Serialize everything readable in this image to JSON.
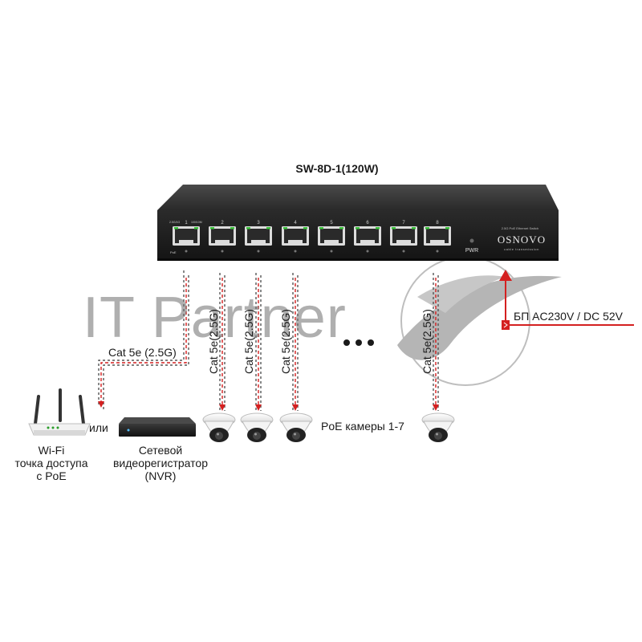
{
  "switch": {
    "model": "SW-8D-1(120W)",
    "brand": "OSNOVO",
    "brand_sub": "cable transmission",
    "panel_label": "2.5G PoE Ethernet Switch",
    "pwr_label": "PWR",
    "ports": [
      "1",
      "2",
      "3",
      "4",
      "5",
      "6",
      "7",
      "8"
    ],
    "port1_tags": [
      "2.5G/1G",
      "100/10M"
    ],
    "poe_tag": "PoE"
  },
  "cables": {
    "label": "Cat 5e(2.5G)",
    "horizontal_label": "Cat 5e (2.5G)"
  },
  "labels": {
    "or": "или",
    "cameras": "PoE камеры 1-7",
    "power": "БП AC230V / DC 52V"
  },
  "devices": {
    "wifi": [
      "Wi-Fi",
      "точка доступа",
      "с PoE"
    ],
    "nvr": [
      "Сетевой",
      "видеорегистратор",
      "(NVR)"
    ]
  },
  "watermark": "IT Partner",
  "colors": {
    "cable_arrow": "#d42020",
    "power_arrow": "#d42020",
    "switch_body": "#262626",
    "port_led": "#3cc23c"
  }
}
